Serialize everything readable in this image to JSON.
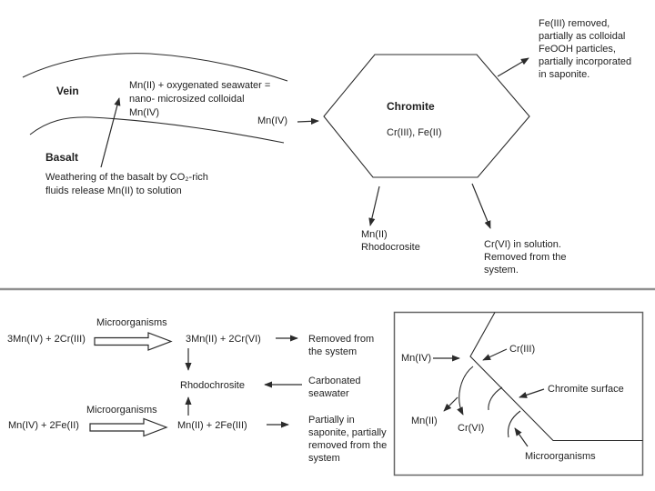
{
  "colors": {
    "background": "#ffffff",
    "ink": "#1f1f1f",
    "line": "#2b2b2b",
    "divider": "#909090",
    "inset_border": "#666666"
  },
  "top_section": {
    "vein_label": "Vein",
    "basalt_label": "Basalt",
    "mn_seawater_note": "Mn(II) + oxygenated seawater =\nnano- microsized colloidal\nMn(IV)",
    "weathering_note": "Weathering of the basalt by CO₂-rich\nfluids release Mn(II) to solution",
    "mn4_input_label": "Mn(IV)",
    "chromite_hexagon": {
      "title": "Chromite",
      "composition": "Cr(III), Fe(II)"
    },
    "fe3_output_note": "Fe(III) removed,\npartially as colloidal\nFeOOH particles,\npartially incorporated\nin saponite.",
    "mn2_output_note": "Mn(II)\nRhodocrosite",
    "cr6_output_note": "Cr(VI) in solution.\nRemoved from the\nsystem."
  },
  "bottom_section": {
    "reaction1": {
      "catalyst_label": "Microorganisms",
      "reactants": "3Mn(IV) + 2Cr(III)",
      "products": "3Mn(II) + 2Cr(VI)",
      "fate_note": "Removed from\nthe system"
    },
    "rhodochrosite_label": "Rhodochrosite",
    "carbonated_seawater_label": "Carbonated\nseawater",
    "reaction2": {
      "catalyst_label": "Microorganisms",
      "reactants": "Mn(IV) + 2Fe(II)",
      "products": "Mn(II) + 2Fe(III)",
      "fate_note": "Partially in\nsaponite, partially\nremoved from the\nsystem"
    },
    "inset_diagram": {
      "mn4_label": "Mn(IV)",
      "cr3_label": "Cr(III)",
      "surface_label": "Chromite surface",
      "mn2_label": "Mn(II)",
      "cr6_label": "Cr(VI)",
      "microorganisms_label": "Microorganisms"
    }
  }
}
